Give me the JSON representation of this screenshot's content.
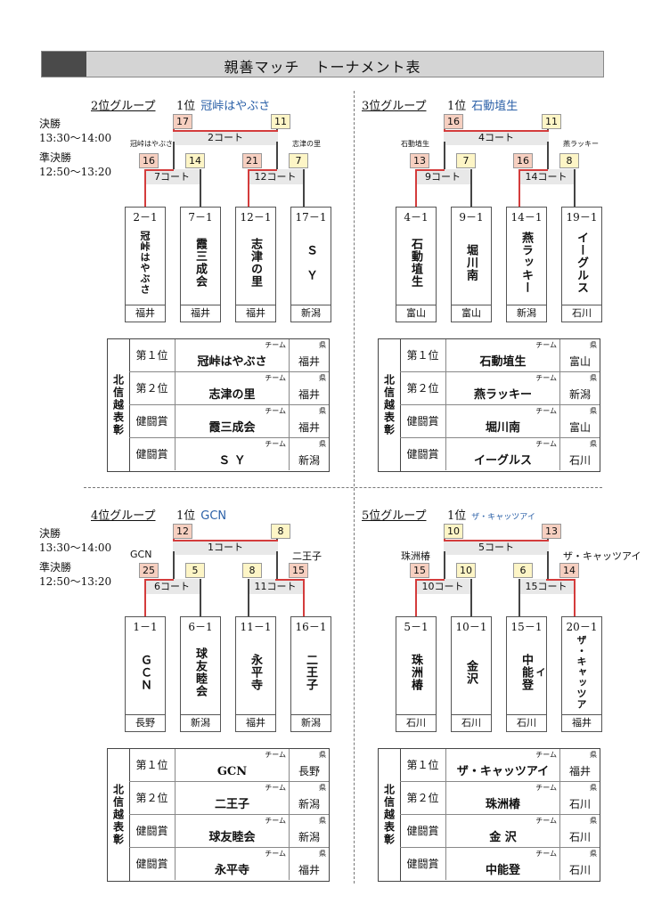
{
  "page": {
    "title": "親善マッチ　トーナメント表"
  },
  "times": {
    "final_label": "決勝",
    "final_time": "13:30～14:00",
    "semi_label": "準決勝",
    "semi_time": "12:50～13:20"
  },
  "table_headers": {
    "team": "チーム",
    "pref": "県",
    "side_label": "北信越表彰"
  },
  "groups": [
    {
      "title": "2位グループ",
      "rank1_label": "1位",
      "winner": "冠峠はやぶさ",
      "winner_small": false,
      "final": {
        "court": "2コート",
        "left_score": "17",
        "right_score": "11",
        "left_name": "冠峠はやぶさ",
        "right_name": "志津の里",
        "big_side": false
      },
      "semis": [
        {
          "court": "7コート",
          "left_score": "16",
          "right_score": "14"
        },
        {
          "court": "12コート",
          "left_score": "21",
          "right_score": "7"
        }
      ],
      "teams": [
        {
          "seed": "2－1",
          "name": "冠峠はやぶさ",
          "pref": "福井"
        },
        {
          "seed": "7－1",
          "name": "霞三成会",
          "pref": "福井"
        },
        {
          "seed": "12－1",
          "name": "志津の里",
          "pref": "福井"
        },
        {
          "seed": "17－1",
          "name": "Ｓ　Ｙ",
          "pref": "新潟"
        }
      ],
      "awards": [
        {
          "place": "第１位",
          "team": "冠峠はやぶさ",
          "pref": "福井"
        },
        {
          "place": "第２位",
          "team": "志津の里",
          "pref": "福井"
        },
        {
          "place": "健闘賞",
          "team": "霞三成会",
          "pref": "福井"
        },
        {
          "place": "健闘賞",
          "team": "Ｓ Ｙ",
          "pref": "新潟"
        }
      ]
    },
    {
      "title": "3位グループ",
      "rank1_label": "1位",
      "winner": "石動埴生",
      "winner_small": false,
      "final": {
        "court": "4コート",
        "left_score": "16",
        "right_score": "11",
        "left_name": "石動埴生",
        "right_name": "燕ラッキー",
        "big_side": false
      },
      "semis": [
        {
          "court": "9コート",
          "left_score": "13",
          "right_score": "7"
        },
        {
          "court": "14コート",
          "left_score": "16",
          "right_score": "8"
        }
      ],
      "teams": [
        {
          "seed": "4－1",
          "name": "石動埴生",
          "pref": "富山"
        },
        {
          "seed": "9－1",
          "name": "堀川南",
          "pref": "富山"
        },
        {
          "seed": "14－1",
          "name": "燕ラッキー",
          "pref": "新潟"
        },
        {
          "seed": "19－1",
          "name": "イーグルス",
          "pref": "石川"
        }
      ],
      "awards": [
        {
          "place": "第１位",
          "team": "石動埴生",
          "pref": "富山"
        },
        {
          "place": "第２位",
          "team": "燕ラッキー",
          "pref": "新潟"
        },
        {
          "place": "健闘賞",
          "team": "堀川南",
          "pref": "富山"
        },
        {
          "place": "健闘賞",
          "team": "イーグルス",
          "pref": "石川"
        }
      ]
    },
    {
      "title": "4位グループ",
      "rank1_label": "1位",
      "winner": "GCN",
      "winner_small": false,
      "final": {
        "court": "1コート",
        "left_score": "12",
        "right_score": "8",
        "left_name": "GCN",
        "right_name": "二王子",
        "big_side": true
      },
      "semis": [
        {
          "court": "6コート",
          "left_score": "25",
          "right_score": "5"
        },
        {
          "court": "11コート",
          "left_score": "8",
          "right_score": "15"
        }
      ],
      "teams": [
        {
          "seed": "1－1",
          "name": "ＧＣＮ",
          "pref": "長野"
        },
        {
          "seed": "6－1",
          "name": "球友睦会",
          "pref": "新潟"
        },
        {
          "seed": "11－1",
          "name": "永平寺",
          "pref": "福井"
        },
        {
          "seed": "16－1",
          "name": "二王子",
          "pref": "新潟"
        }
      ],
      "awards": [
        {
          "place": "第１位",
          "team": "GCN",
          "pref": "長野"
        },
        {
          "place": "第２位",
          "team": "二王子",
          "pref": "新潟"
        },
        {
          "place": "健闘賞",
          "team": "球友睦会",
          "pref": "新潟"
        },
        {
          "place": "健闘賞",
          "team": "永平寺",
          "pref": "福井"
        }
      ]
    },
    {
      "title": "5位グループ",
      "rank1_label": "1位",
      "winner": "ザ・キャッツアイ",
      "winner_small": true,
      "final": {
        "court": "5コート",
        "left_score": "10",
        "right_score": "13",
        "left_name": "珠洲椿",
        "right_name": "ザ・キャッツアイ",
        "big_side": true
      },
      "semis": [
        {
          "court": "10コート",
          "left_score": "15",
          "right_score": "10"
        },
        {
          "court": "15コート",
          "left_score": "6",
          "right_score": "14"
        }
      ],
      "teams": [
        {
          "seed": "5－1",
          "name": "珠洲椿",
          "pref": "石川"
        },
        {
          "seed": "10－1",
          "name": "金沢",
          "pref": "石川"
        },
        {
          "seed": "15－1",
          "name": "中能登",
          "pref": "石川"
        },
        {
          "seed": "20－1",
          "name": "ザ・キャッツアイ",
          "pref": "福井"
        }
      ],
      "awards": [
        {
          "place": "第１位",
          "team": "ザ・キャッツアイ",
          "pref": "福井"
        },
        {
          "place": "第２位",
          "team": "珠洲椿",
          "pref": "石川"
        },
        {
          "place": "健闘賞",
          "team": "金 沢",
          "pref": "石川"
        },
        {
          "place": "健闘賞",
          "team": "中能登",
          "pref": "石川"
        }
      ]
    }
  ]
}
